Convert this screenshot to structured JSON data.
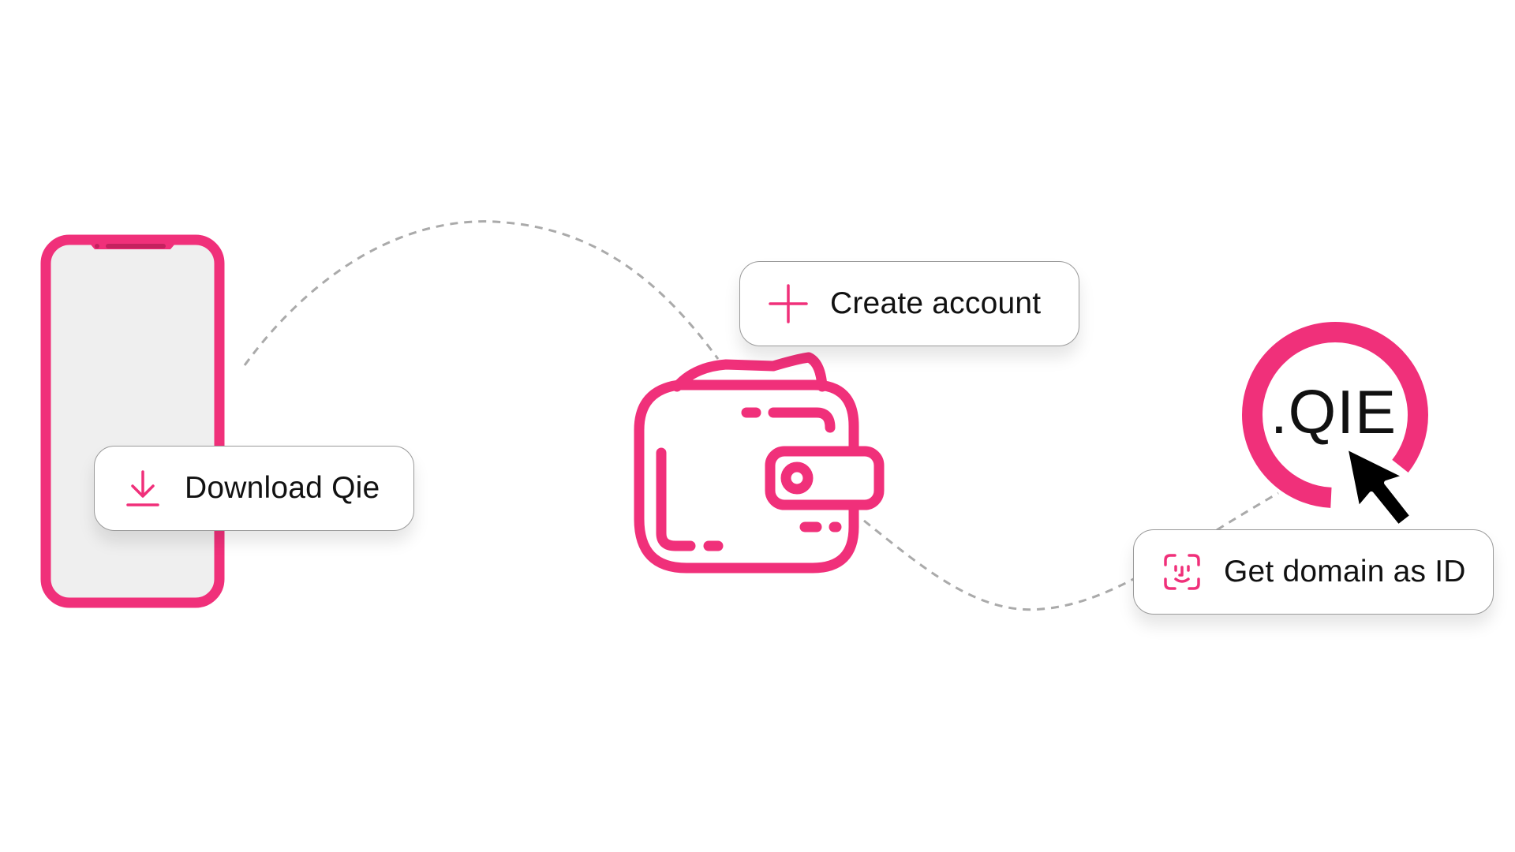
{
  "colors": {
    "accent": "#f0307a",
    "phone_screen": "#efefef",
    "connector": "#aaaaaa",
    "text": "#111111"
  },
  "steps": [
    {
      "label": "Download Qie",
      "icon": "download-icon"
    },
    {
      "label": "Create account",
      "icon": "plus-icon"
    },
    {
      "label": "Get domain as ID",
      "icon": "face-id-icon"
    }
  ],
  "domain_badge": {
    "text": ".QIE",
    "icon": "cursor-arrow-icon"
  },
  "illustrations": [
    "smartphone-icon",
    "wallet-icon"
  ]
}
